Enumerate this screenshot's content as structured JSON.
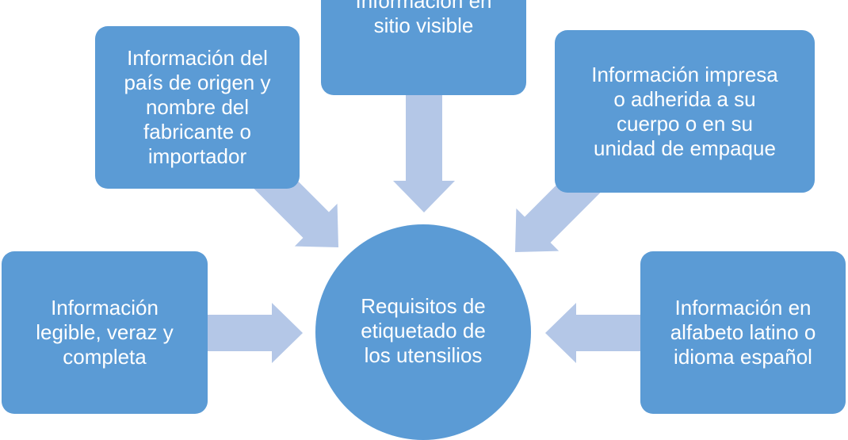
{
  "center": {
    "text": "Requisitos de\netiquetado de\nlos utensilios"
  },
  "nodes": {
    "top": "Información en\nsitio visible",
    "top_left": "Información del\npaís de origen y\nnombre del\nfabricante o\nimportador",
    "top_right": "Información impresa\no adherida a su\ncuerpo o en su\nunidad de empaque",
    "bottom_left": "Información\nlegible, veraz y\ncompleta",
    "bottom_right": "Información en\nalfabeto latino o\nidioma español"
  },
  "colors": {
    "box": "#5b9bd5",
    "arrow": "#b4c7e7",
    "text": "#ffffff"
  }
}
